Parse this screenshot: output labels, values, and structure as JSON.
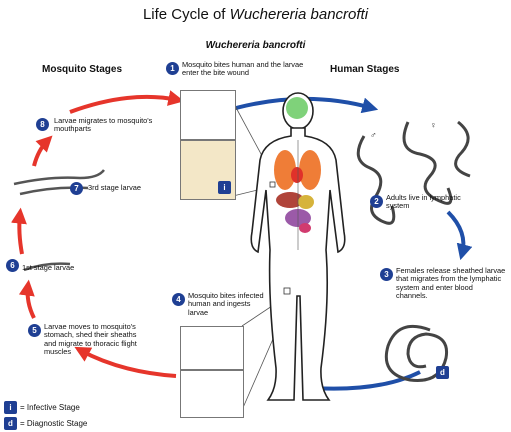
{
  "title_prefix": "Life Cycle of ",
  "title_species": "Wuchereria bancrofti",
  "subtitle": "Wuchereria bancrofti",
  "sections": {
    "mosquito": "Mosquito Stages",
    "human": "Human Stages"
  },
  "steps": [
    {
      "num": "1",
      "text": "Mosquito bites human and  the larvae enter the bite wound"
    },
    {
      "num": "2",
      "text": "Adults live in lymphatic system"
    },
    {
      "num": "3",
      "text": "Females release sheathed larvae that migrates from the lymphatic system and enter blood channels."
    },
    {
      "num": "4",
      "text": "Mosquito bites infected human and ingests larvae"
    },
    {
      "num": "5",
      "text": "Larvae moves to mosquito's stomach, shed their sheaths and migrate to thoracic flight muscles"
    },
    {
      "num": "6",
      "text": "1st stage larvae"
    },
    {
      "num": "7",
      "text": "3rd stage larvae"
    },
    {
      "num": "8",
      "text": "Larvae migrates to mosquito's mouthparts"
    }
  ],
  "badges": {
    "infective": "i",
    "diagnostic": "d"
  },
  "legend": [
    {
      "symbol": "i",
      "label": "= Infective Stage"
    },
    {
      "symbol": "d",
      "label": "= Diagnostic Stage"
    }
  ],
  "colors": {
    "cycle_red": "#e6352b",
    "cycle_blue": "#1f4fa8",
    "badge": "#1f3f93",
    "inset_bg": "#f3e7c7"
  }
}
